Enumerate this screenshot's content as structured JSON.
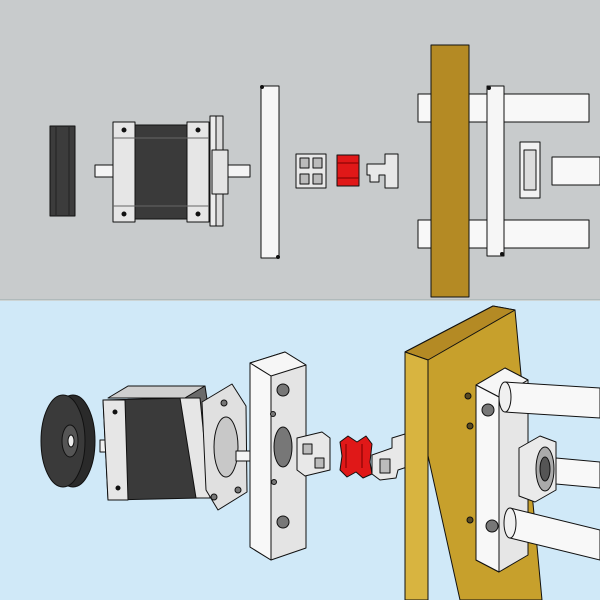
{
  "figure": {
    "panels": [
      {
        "view": "side-elevation",
        "background": "#c8cbcc"
      },
      {
        "view": "isometric",
        "background": "#d0e9f8"
      }
    ],
    "parts": [
      {
        "id": "handwheel",
        "color": "#3c3c3c"
      },
      {
        "id": "stepper-motor",
        "body_color": "#3a3a3a",
        "endcap_color": "#e6e6e6"
      },
      {
        "id": "motor-flange-plate",
        "color": "#ececec"
      },
      {
        "id": "mount-plate",
        "color": "#f6f6f6"
      },
      {
        "id": "jaw-coupler-hub-motor",
        "color": "#e8e8e8"
      },
      {
        "id": "jaw-coupler-spider",
        "color": "#e01818"
      },
      {
        "id": "jaw-coupler-hub-screw",
        "color": "#e8e8e8"
      },
      {
        "id": "wooden-frame-board",
        "color": "#b48a24"
      },
      {
        "id": "guide-rod-block",
        "color": "#f6f6f6"
      },
      {
        "id": "guide-rod",
        "color": "#f8f8f8"
      },
      {
        "id": "bearing-block",
        "color": "#f2f2f2"
      },
      {
        "id": "lead-screw",
        "color": "#f8f8f8"
      }
    ]
  }
}
